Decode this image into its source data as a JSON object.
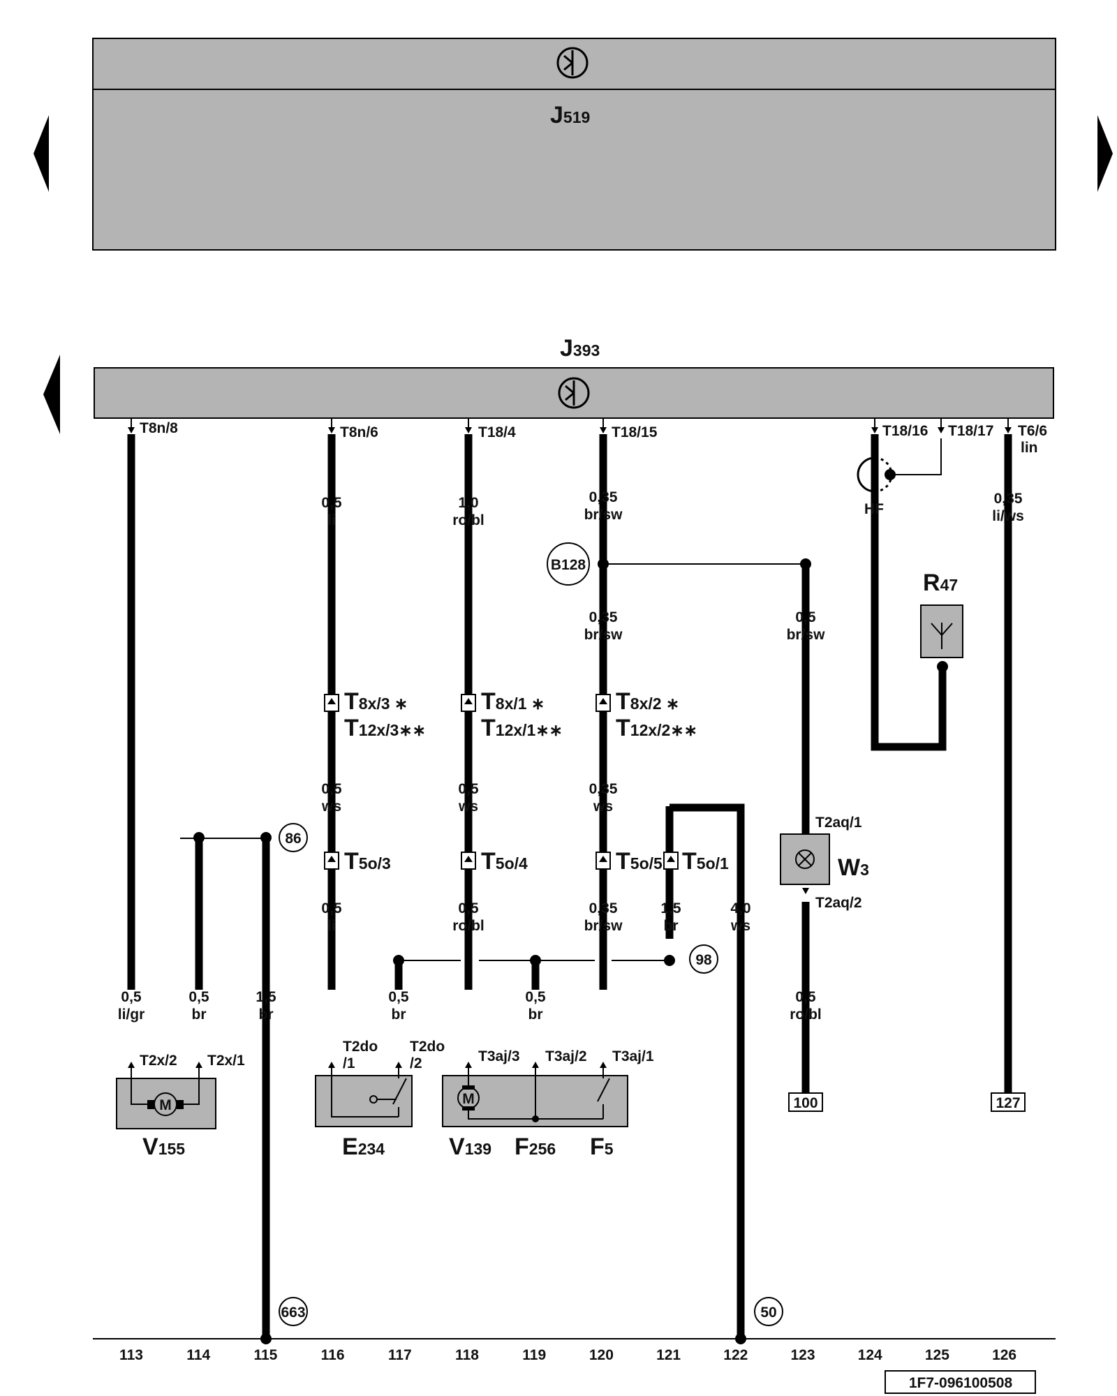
{
  "modules": {
    "top": {
      "letter": "J",
      "num": "519"
    },
    "bus": {
      "letter": "J",
      "num": "393"
    }
  },
  "pins": {
    "t8n8": "T8n/8",
    "t8n6": "T8n/6",
    "t184": "T18/4",
    "t1815": "T18/15",
    "t1816": "T18/16",
    "t1817": "T18/17",
    "t66": "T6/6",
    "lin": "lin",
    "hf": "HF"
  },
  "wires": {
    "w116a": [
      "0,5",
      "li"
    ],
    "w118a": [
      "1,0",
      "ro/bl"
    ],
    "w120a": [
      "0,35",
      "br/sw"
    ],
    "w126a": [
      "0,35",
      "li/ws"
    ],
    "w120b": [
      "0,35",
      "br/sw"
    ],
    "w123a": [
      "0,5",
      "br/sw"
    ],
    "w116b": [
      "0,5",
      "ws"
    ],
    "w118b": [
      "0,5",
      "ws"
    ],
    "w120c": [
      "0,35",
      "ws"
    ],
    "w116c": [
      "0,5",
      "li"
    ],
    "w118c": [
      "0,5",
      "ro/bl"
    ],
    "w120d": [
      "0,35",
      "br/sw"
    ],
    "w121": [
      "1,5",
      "br"
    ],
    "w122": [
      "4,0",
      "ws"
    ],
    "w113": [
      "0,5",
      "li/gr"
    ],
    "w114": [
      "0,5",
      "br"
    ],
    "w115": [
      "1,5",
      "br"
    ],
    "w117": [
      "0,5",
      "br"
    ],
    "w119": [
      "0,5",
      "br"
    ],
    "w123b": [
      "0,5",
      "ro/bl"
    ]
  },
  "connectors": {
    "c116": {
      "letter": "T",
      "sub": "8x/3 ∗",
      "letter2": "T",
      "sub2": "12x/3∗∗"
    },
    "c118": {
      "letter": "T",
      "sub": "8x/1 ∗",
      "letter2": "T",
      "sub2": "12x/1∗∗"
    },
    "c120": {
      "letter": "T",
      "sub": "8x/2 ∗",
      "letter2": "T",
      "sub2": "12x/2∗∗"
    },
    "t5o3": {
      "letter": "T",
      "sub": "5o/3"
    },
    "t5o4": {
      "letter": "T",
      "sub": "5o/4"
    },
    "t5o5": {
      "letter": "T",
      "sub": "5o/5"
    },
    "t5o1": {
      "letter": "T",
      "sub": "5o/1"
    }
  },
  "refs": {
    "b128": "B128",
    "r86": "86",
    "r98": "98",
    "r663": "663",
    "r50": "50",
    "box100": "100",
    "box127": "127"
  },
  "components": {
    "r47": {
      "letter": "R",
      "num": "47"
    },
    "w3": {
      "letter": "W",
      "num": "3"
    },
    "v155": {
      "letter": "V",
      "num": "155"
    },
    "e234": {
      "letter": "E",
      "num": "234"
    },
    "v139": {
      "letter": "V",
      "num": "139"
    },
    "f256": {
      "letter": "F",
      "num": "256"
    },
    "f5": {
      "letter": "F",
      "num": "5"
    }
  },
  "component_pins": {
    "t2aq1": "T2aq/1",
    "t2aq2": "T2aq/2",
    "t2x2": "T2x/2",
    "t2x1": "T2x/1",
    "t2do1a": "T2do",
    "t2do1b": "/1",
    "t2do2a": "T2do",
    "t2do2b": "/2",
    "t3aj3": "T3aj/3",
    "t3aj2": "T3aj/2",
    "t3aj1": "T3aj/1",
    "motor": "M"
  },
  "ruler": [
    "113",
    "114",
    "115",
    "116",
    "117",
    "118",
    "119",
    "120",
    "121",
    "122",
    "123",
    "124",
    "125",
    "126"
  ],
  "doc_id": "1F7-096100508"
}
